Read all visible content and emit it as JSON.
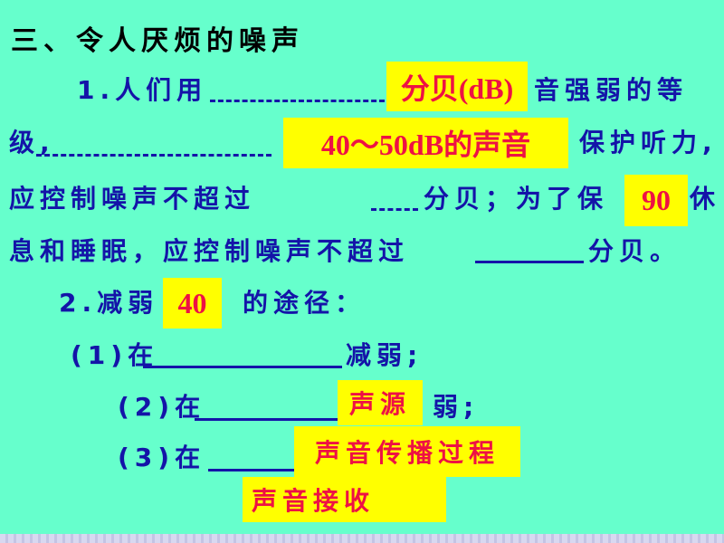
{
  "title": "三、令人厌烦的噪声",
  "line1": {
    "prefix": "1.人们用",
    "suffix": "音强弱的等"
  },
  "line2": {
    "prefix": "级,",
    "suffix": "保护听力,"
  },
  "line3": {
    "prefix": "应控制噪声不超过",
    "middle": "分贝；为了保",
    "suffix": "休"
  },
  "line4": {
    "prefix": "息和睡眠，应控制噪声不超过",
    "suffix": "分贝。"
  },
  "line5": {
    "prefix": "2.减弱",
    "suffix": "的途径："
  },
  "line6": {
    "prefix": "(1)在",
    "suffix": "减弱;"
  },
  "line7": {
    "prefix": "(2)在",
    "suffix": "弱;"
  },
  "line8": {
    "prefix": "(3)在"
  },
  "answers": {
    "unit": "分贝(dB)",
    "range": "40～50dB的声音",
    "limit_rest": "90",
    "limit_sleep": "40",
    "source": "声源",
    "transmission": "声音传播过程",
    "receiver": "声音接收"
  },
  "colors": {
    "background": "#66ffcc",
    "text": "#1414a8",
    "highlight": "#ffff00",
    "answer": "#ee1144"
  }
}
